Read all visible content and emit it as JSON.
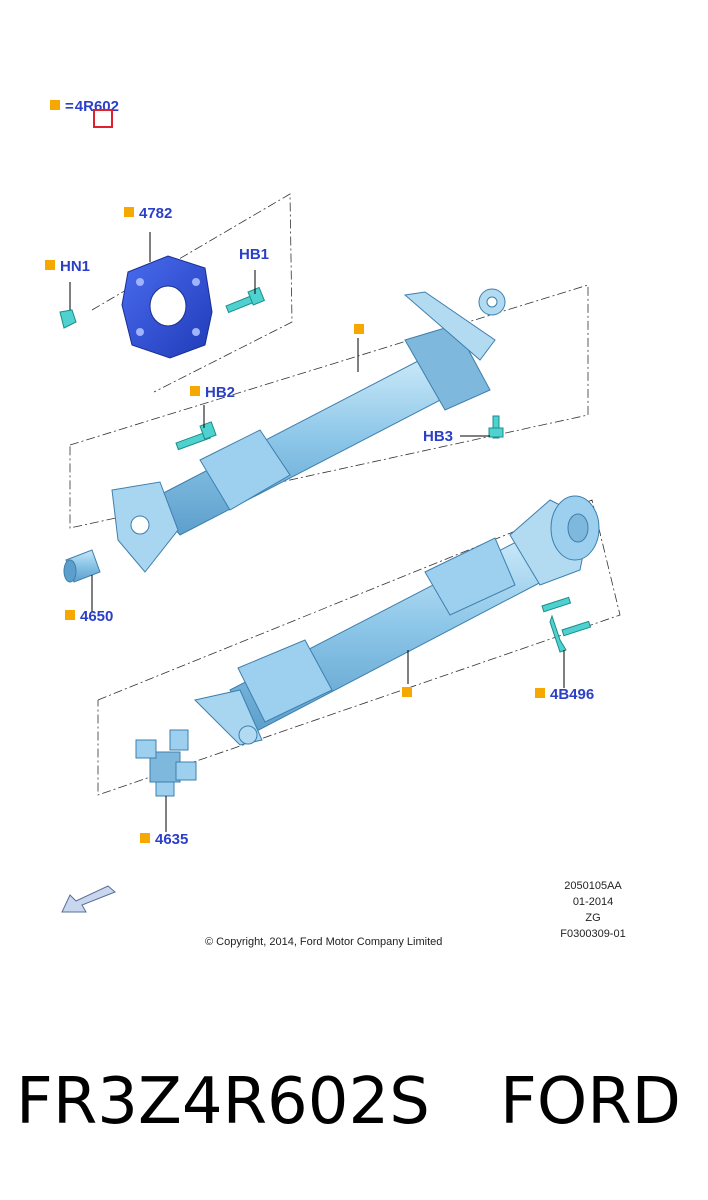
{
  "key_legend": {
    "equals": "=",
    "part": "4R602"
  },
  "callouts": {
    "c4782": "4782",
    "hn1": "HN1",
    "hb1": "HB1",
    "hb2": "HB2",
    "hb3": "HB3",
    "c4650": "4650",
    "c4b496": "4B496",
    "c4635": "4635"
  },
  "info_block": [
    "2050105AA",
    "01-2014",
    "ZG",
    "F0300309-01"
  ],
  "copyright": "© Copyright, 2014, Ford Motor Company Limited",
  "footer": {
    "part_number": "FR3Z4R602S",
    "brand": "FORD"
  },
  "colors": {
    "callout": "#2b3fc7",
    "marker": "#f5a800",
    "highlight": "#e0202a",
    "shaft": "#8cc6e8",
    "coupling": "#2d50d8",
    "bolt": "#4fd2cf"
  }
}
